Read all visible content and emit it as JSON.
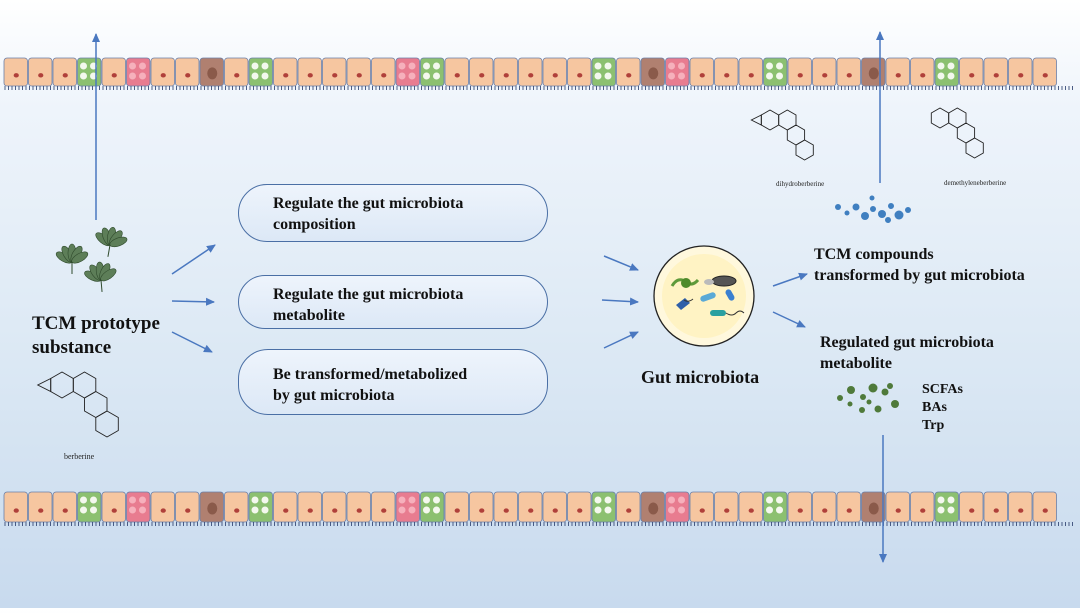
{
  "left": {
    "title_line1": "TCM prototype",
    "title_line2": "substance",
    "molecule_label": "berberine"
  },
  "pathways": [
    {
      "line1": "Regulate the gut microbiota",
      "line2": "composition"
    },
    {
      "line1": "Regulate the gut microbiota",
      "line2": "metabolite"
    },
    {
      "line1": "Be transformed/metabolized",
      "line2": "by gut microbiota"
    }
  ],
  "center": {
    "label": "Gut microbiota"
  },
  "right": {
    "compounds_line1": "TCM compounds",
    "compounds_line2": "transformed by gut microbiota",
    "metabolite_line1": "Regulated gut microbiota",
    "metabolite_line2": "metabolite",
    "metabolites": [
      "SCFAs",
      "BAs",
      "Trp"
    ],
    "molecule1_label": "dihydroberberine",
    "molecule2_label": "demethyleneberberine"
  },
  "colors": {
    "arrow": "#4a78c0",
    "cell": "#f6c6a0",
    "cell_border": "#6a7fa8",
    "green_cell": "#8cc070",
    "pink_cell": "#e87c90",
    "brown_cell": "#b08070",
    "leaf": "#5d7e58",
    "dot_blue": "#3f7fc0",
    "dot_green": "#4f7a3a"
  }
}
